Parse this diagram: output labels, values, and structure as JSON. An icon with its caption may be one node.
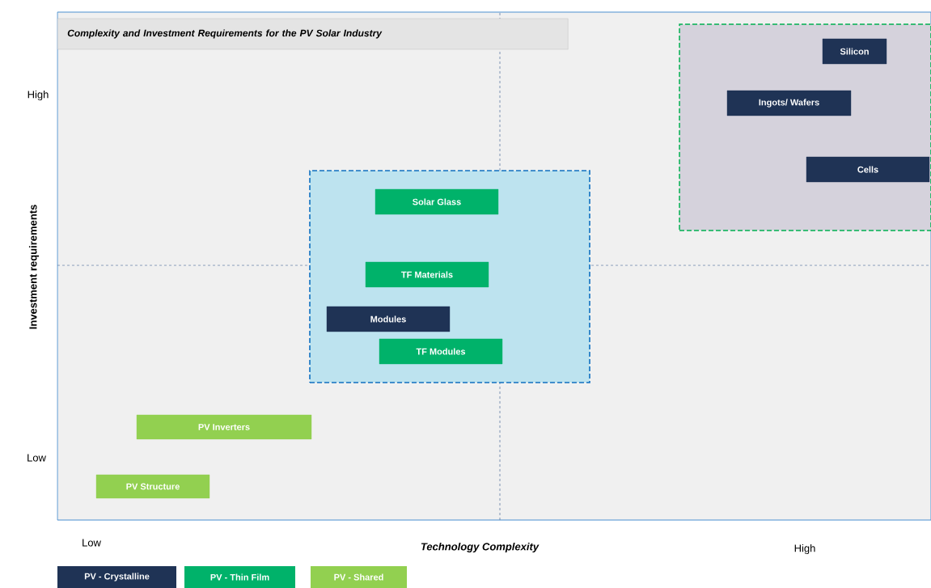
{
  "diagram": {
    "title": "Complexity and Investment Requirements for the PV Solar Industry",
    "nodes": [
      {
        "text": [],
        "shape": "box"
      },
      {
        "text": [
          "Silicon"
        ],
        "in": 0
      },
      {
        "text": [
          "Ingots/ Wafers"
        ],
        "in": 0
      },
      {
        "text": [
          "Cells"
        ],
        "in": 0
      },
      {
        "text": [],
        "shape": "box"
      },
      {
        "text": [
          "Solar Glass"
        ],
        "in": 4
      },
      {
        "text": [
          "TF Materials"
        ],
        "in": 4
      },
      {
        "text": [
          "Modules"
        ],
        "in": 4
      },
      {
        "text": [
          "TF Modules"
        ],
        "in": 4
      },
      {
        "text": [
          "PV Inverters"
        ]
      },
      {
        "text": [
          "PV Structure"
        ]
      }
    ],
    "labels": [
      "High",
      "Investment requirements",
      "Low",
      "Low",
      "Technology Complexity",
      "High"
    ],
    "legend": [
      {
        "text": "PV - Crystalline",
        "color": "#1f3355"
      },
      {
        "text": "PV - Thin Film",
        "color": "#00b26a"
      },
      {
        "text": "PV - Shared",
        "color": "#92d050"
      }
    ]
  }
}
